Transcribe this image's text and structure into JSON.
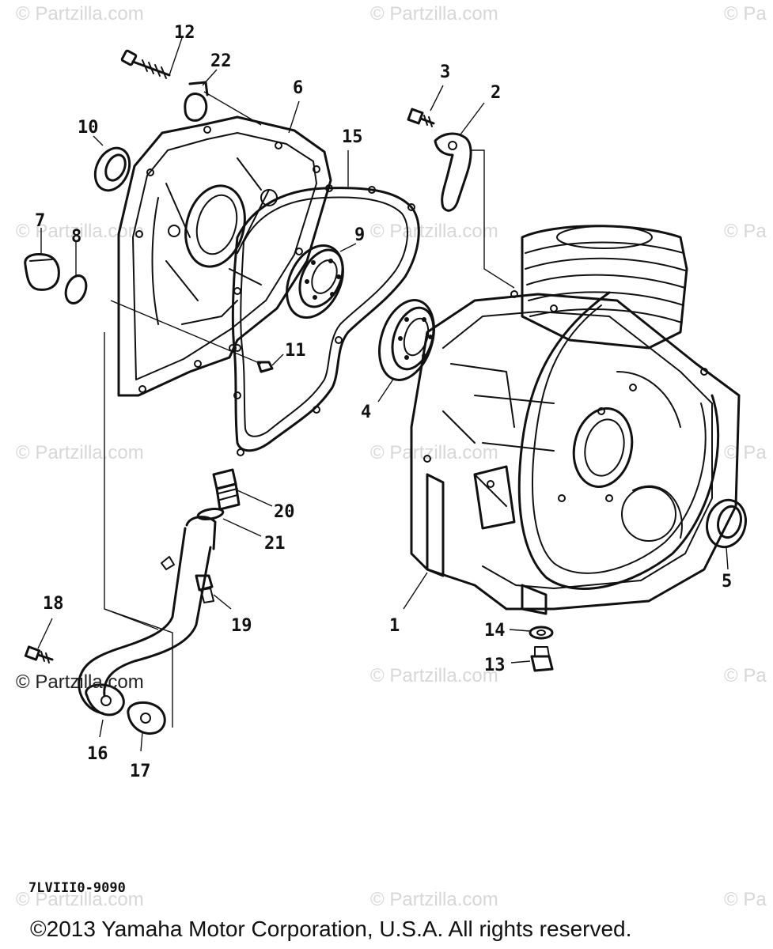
{
  "watermark": {
    "text": "© Partzilla.com",
    "partial_text": "© Pa"
  },
  "diagram_code": "7LVIII0-9090",
  "copyright": "©2013  Yamaha Motor Corporation, U.S.A. All rights reserved.",
  "part_callouts": [
    "1",
    "2",
    "3",
    "4",
    "5",
    "6",
    "7",
    "8",
    "9",
    "10",
    "11",
    "12",
    "13",
    "14",
    "15",
    "16",
    "17",
    "18",
    "19",
    "20",
    "21",
    "22"
  ]
}
